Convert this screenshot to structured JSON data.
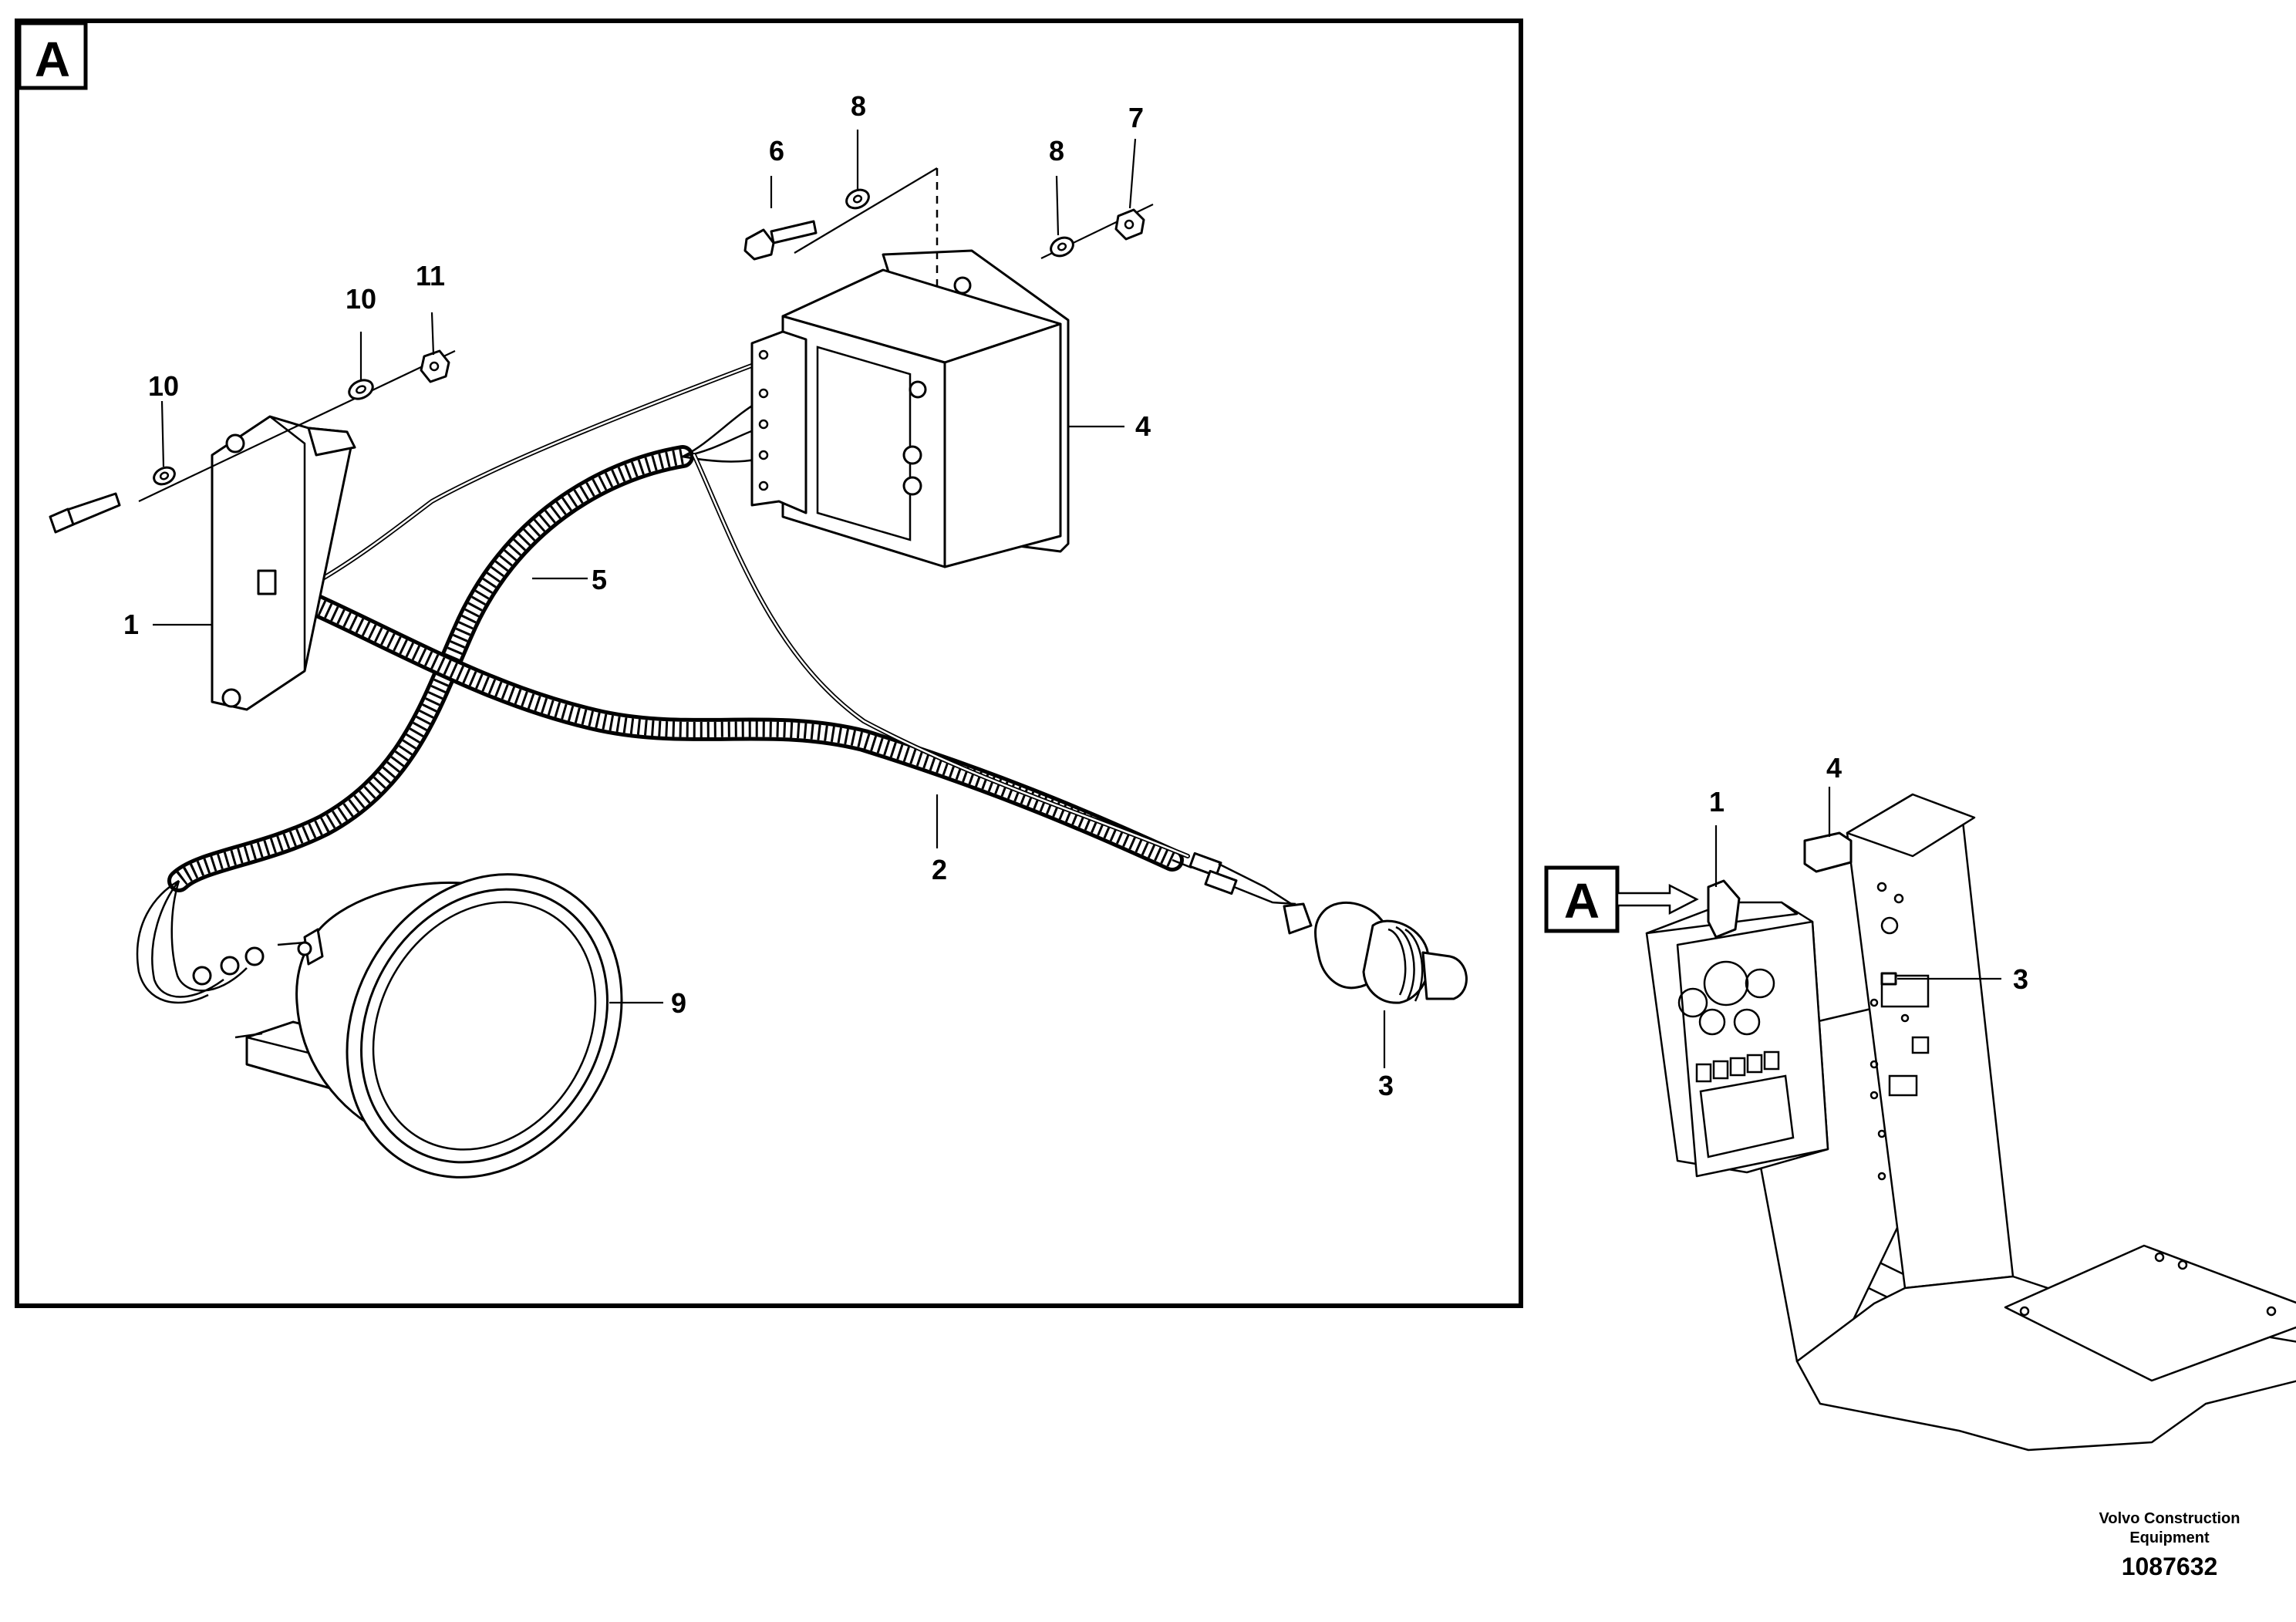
{
  "detail": {
    "letter": "A"
  },
  "callouts": {
    "p1": "1",
    "p2": "2",
    "p3": "3",
    "p4": "4",
    "p5": "5",
    "p6": "6",
    "p7": "7",
    "p8a": "8",
    "p8b": "8",
    "p9": "9",
    "p10a": "10",
    "p10b": "10",
    "p11": "11"
  },
  "overview": {
    "letter": "A",
    "p1": "1",
    "p3": "3",
    "p4": "4"
  },
  "footer": {
    "company_line1": "Volvo Construction",
    "company_line2": "Equipment",
    "number": "1087632"
  }
}
